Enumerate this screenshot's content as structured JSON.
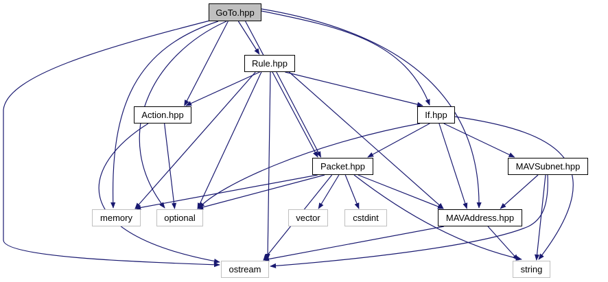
{
  "graph": {
    "edge_color": "#191970",
    "nodes": {
      "goto": {
        "label": "GoTo.hpp",
        "kind": "root"
      },
      "rule": {
        "label": "Rule.hpp",
        "kind": "local"
      },
      "action": {
        "label": "Action.hpp",
        "kind": "local"
      },
      "if": {
        "label": "If.hpp",
        "kind": "local"
      },
      "packet": {
        "label": "Packet.hpp",
        "kind": "local"
      },
      "mavsubnet": {
        "label": "MAVSubnet.hpp",
        "kind": "local"
      },
      "memory": {
        "label": "memory",
        "kind": "sys"
      },
      "optional": {
        "label": "optional",
        "kind": "sys"
      },
      "vector": {
        "label": "vector",
        "kind": "sys"
      },
      "cstdint": {
        "label": "cstdint",
        "kind": "sys"
      },
      "mavaddress": {
        "label": "MAVAddress.hpp",
        "kind": "local"
      },
      "ostream": {
        "label": "ostream",
        "kind": "sys"
      },
      "string": {
        "label": "string",
        "kind": "sys"
      }
    },
    "edges": [
      [
        "goto",
        "rule"
      ],
      [
        "goto",
        "action"
      ],
      [
        "goto",
        "if"
      ],
      [
        "goto",
        "packet"
      ],
      [
        "goto",
        "mavaddress"
      ],
      [
        "goto",
        "memory"
      ],
      [
        "goto",
        "optional"
      ],
      [
        "goto",
        "ostream"
      ],
      [
        "rule",
        "action"
      ],
      [
        "rule",
        "if"
      ],
      [
        "rule",
        "packet"
      ],
      [
        "rule",
        "mavaddress"
      ],
      [
        "rule",
        "memory"
      ],
      [
        "rule",
        "optional"
      ],
      [
        "rule",
        "ostream"
      ],
      [
        "action",
        "optional"
      ],
      [
        "action",
        "ostream"
      ],
      [
        "if",
        "packet"
      ],
      [
        "if",
        "mavaddress"
      ],
      [
        "if",
        "mavsubnet"
      ],
      [
        "if",
        "optional"
      ],
      [
        "if",
        "string"
      ],
      [
        "packet",
        "memory"
      ],
      [
        "packet",
        "optional"
      ],
      [
        "packet",
        "vector"
      ],
      [
        "packet",
        "cstdint"
      ],
      [
        "packet",
        "mavaddress"
      ],
      [
        "packet",
        "ostream"
      ],
      [
        "packet",
        "string"
      ],
      [
        "mavsubnet",
        "mavaddress"
      ],
      [
        "mavsubnet",
        "ostream"
      ],
      [
        "mavsubnet",
        "string"
      ],
      [
        "mavaddress",
        "ostream"
      ],
      [
        "mavaddress",
        "string"
      ]
    ]
  }
}
